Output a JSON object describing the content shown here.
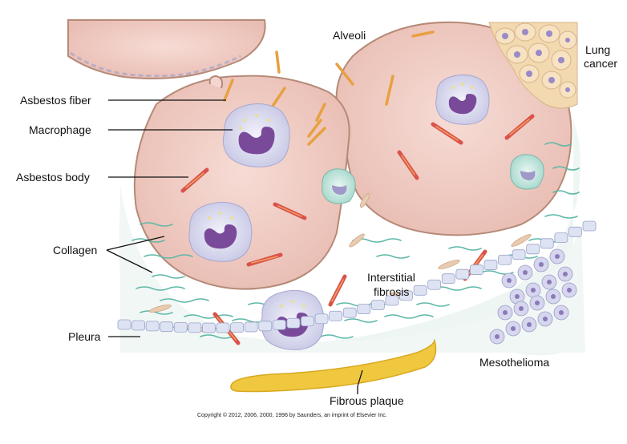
{
  "labels": {
    "alveoli": "Alveoli",
    "lung_cancer_line1": "Lung",
    "lung_cancer_line2": "cancer",
    "asbestos_fiber": "Asbestos fiber",
    "macrophage": "Macrophage",
    "asbestos_body": "Asbestos body",
    "collagen": "Collagen",
    "pleura": "Pleura",
    "interstitial_line1": "Interstitial",
    "interstitial_line2": "fibrosis",
    "mesothelioma": "Mesothelioma",
    "fibrous_plaque": "Fibrous plaque"
  },
  "copyright": "Copyright © 2012, 2006, 2000, 1996 by Saunders, an imprint of Elsevier Inc.",
  "colors": {
    "alveolus_fill": "#f4d6d0",
    "alveolus_wall": "#b58a78",
    "collagen": "#5fb8a8",
    "fiber": "#e8a040",
    "asbestos_body": "#d9534a",
    "macrophage_nucleus": "#7a4a9a",
    "pleura": "#d8dff0",
    "plaque": "#f0c840",
    "tumor": "#c8c8e8",
    "lung_cancer": "#f3d9b0"
  }
}
